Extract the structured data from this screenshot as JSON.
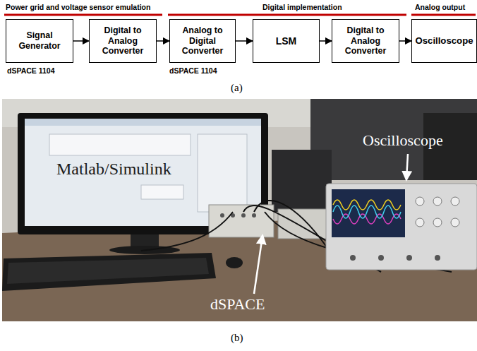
{
  "diagram": {
    "nodes": [
      {
        "text": [
          "Signal Generator"
        ]
      },
      {
        "text": [
          "Digital to Analog Converter"
        ]
      },
      {
        "text": [
          "Analog to Digital Converter"
        ]
      },
      {
        "text": [
          "LSM"
        ]
      },
      {
        "text": [
          "Digital to Analog Converter"
        ]
      },
      {
        "text": [
          "Oscilloscope"
        ]
      }
    ],
    "edges": [
      {
        "from": 0,
        "to": 1,
        "arrow": "to"
      },
      {
        "from": 1,
        "to": 2,
        "arrow": "to"
      },
      {
        "from": 2,
        "to": 3,
        "arrow": "to"
      },
      {
        "from": 3,
        "to": 4,
        "arrow": "to"
      },
      {
        "from": 4,
        "to": 5,
        "arrow": "to"
      }
    ],
    "labels": [
      "Power grid and voltage sensor emulation",
      "Digital implementation",
      "Analog output",
      "dSPACE 1104",
      "dSPACE 1104",
      "(a)",
      "Matlab/Simulink",
      "Oscilloscope",
      "dSPACE",
      "(b)"
    ]
  }
}
